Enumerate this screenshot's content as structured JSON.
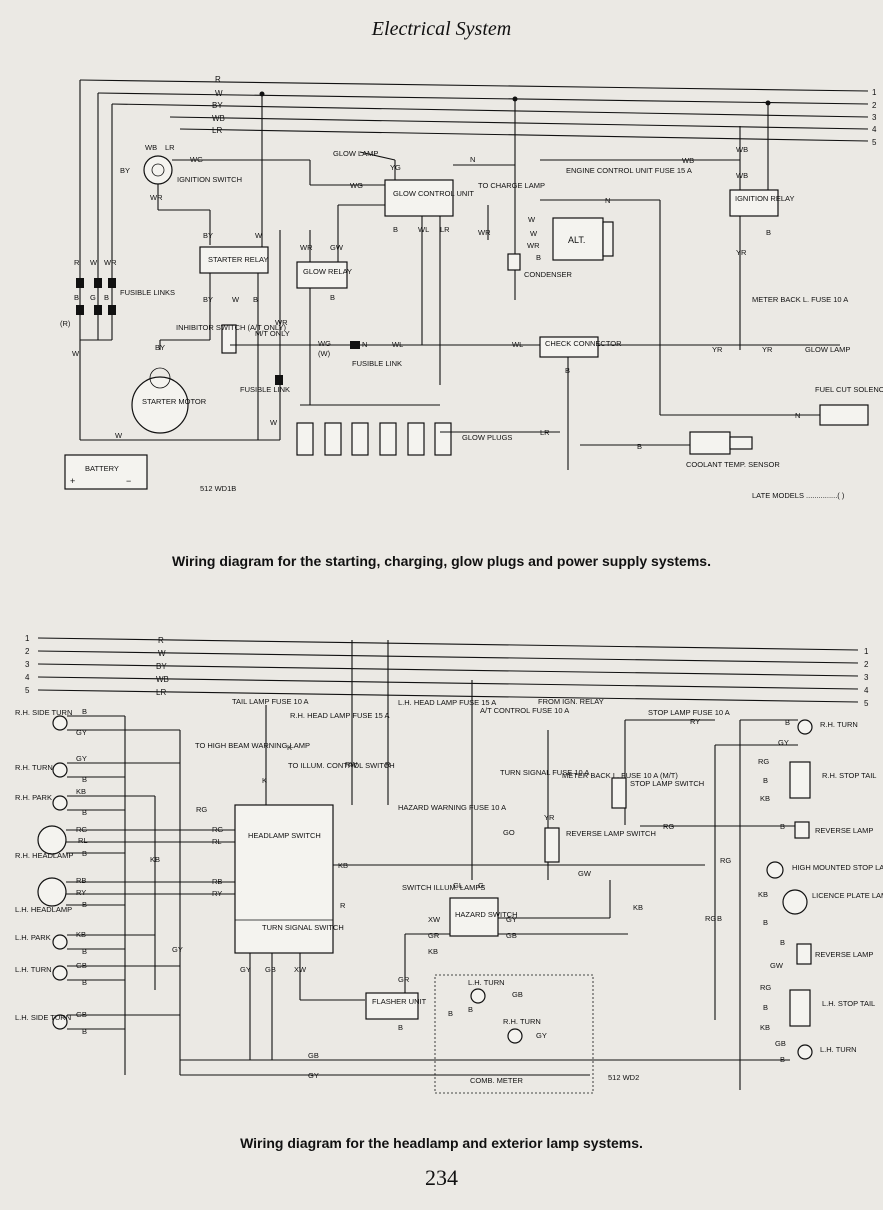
{
  "page": {
    "header": "Electrical System",
    "page_number": "234"
  },
  "diagram1": {
    "caption": "Wiring diagram for the starting, charging, glow plugs and power supply systems.",
    "code": "512 WD1B",
    "late_models_note": "LATE MODELS ...............(  )",
    "bus_wires": [
      {
        "num": "1",
        "label": "R"
      },
      {
        "num": "2",
        "label": "W"
      },
      {
        "num": "3",
        "label": "BY"
      },
      {
        "num": "4",
        "label": "WB"
      },
      {
        "num": "5",
        "label": "LR"
      }
    ],
    "components": {
      "ignition_switch": "IGNITION SWITCH",
      "starter_relay": "STARTER RELAY",
      "glow_relay": "GLOW RELAY",
      "glow_control_unit": "GLOW CONTROL UNIT",
      "glow_lamp": "GLOW LAMP",
      "to_charge_lamp": "TO CHARGE LAMP",
      "alt": "ALT.",
      "condenser": "CONDENSER",
      "engine_control_fuse": "ENGINE CONTROL UNIT FUSE 15 A",
      "ignition_relay": "IGNITION RELAY",
      "meter_back_fuse": "METER BACK L. FUSE 10 A",
      "glow_lamp_right": "GLOW LAMP",
      "check_connector": "CHECK CONNECTOR",
      "fuel_cut_solenoid": "FUEL CUT SOLENOID",
      "fusible_links": "FUSIBLE LINKS",
      "fusible_link": "FUSIBLE LINK",
      "fusible_link2": "FUSIBLE LINK",
      "inhibitor_switch": "INHIBITOR SWITCH (A/T ONLY)",
      "mt_only": "M/T ONLY",
      "starter_motor": "STARTER MOTOR",
      "battery": "BATTERY",
      "glow_plugs": "GLOW PLUGS",
      "coolant_temp_sensor": "COOLANT TEMP. SENSOR"
    }
  },
  "diagram2": {
    "caption": "Wiring diagram for the headlamp and exterior lamp systems.",
    "code": "512 WD2",
    "bus_wires": [
      {
        "num": "1",
        "label": "R"
      },
      {
        "num": "2",
        "label": "W"
      },
      {
        "num": "3",
        "label": "BY"
      },
      {
        "num": "4",
        "label": "WB"
      },
      {
        "num": "5",
        "label": "LR"
      }
    ],
    "left_lamps": [
      "R.H. SIDE TURN",
      "R.H. TURN",
      "R.H. PARK",
      "R.H. HEADLAMP",
      "L.H. HEADLAMP",
      "L.H. PARK",
      "L.H. TURN",
      "L.H. SIDE TURN"
    ],
    "right_lamps": [
      "R.H. TURN",
      "R.H. STOP TAIL",
      "REVERSE LAMP",
      "HIGH MOUNTED STOP LAMP",
      "LICENCE PLATE LAMP",
      "REVERSE LAMP",
      "L.H. STOP TAIL",
      "L.H. TURN"
    ],
    "components": {
      "tail_lamp_fuse": "TAIL LAMP FUSE 10 A",
      "rh_head_lamp_fuse": "R.H. HEAD LAMP FUSE 15 A",
      "lh_head_lamp_fuse": "L.H. HEAD LAMP FUSE 15 A",
      "at_control_fuse": "A/T CONTROL FUSE 10 A",
      "from_ign_relay": "FROM IGN. RELAY",
      "stop_lamp_fuse": "STOP LAMP FUSE 10 A",
      "to_high_beam": "TO HIGH BEAM WARNING LAMP",
      "to_illum": "TO ILLUM. CONTROL SWITCH",
      "headlamp_switch": "HEADLAMP SWITCH",
      "turn_signal_switch": "TURN SIGNAL SWITCH",
      "hazard_warning_fuse": "HAZARD WARNING FUSE 10 A",
      "turn_signal_fuse": "TURN SIGNAL FUSE 10 A",
      "meter_back_fuse": "METER BACK L. FUSE 10 A (M/T)",
      "reverse_lamp_switch": "REVERSE LAMP SWITCH",
      "stop_lamp_switch": "STOP LAMP SWITCH",
      "switch_illum": "SWITCH ILLUM. LAMPS",
      "hazard_switch": "HAZARD SWITCH",
      "flasher_unit": "FLASHER UNIT",
      "lh_turn_ind": "L.H. TURN",
      "rh_turn_ind": "R.H. TURN",
      "comb_meter": "COMB. METER"
    }
  }
}
